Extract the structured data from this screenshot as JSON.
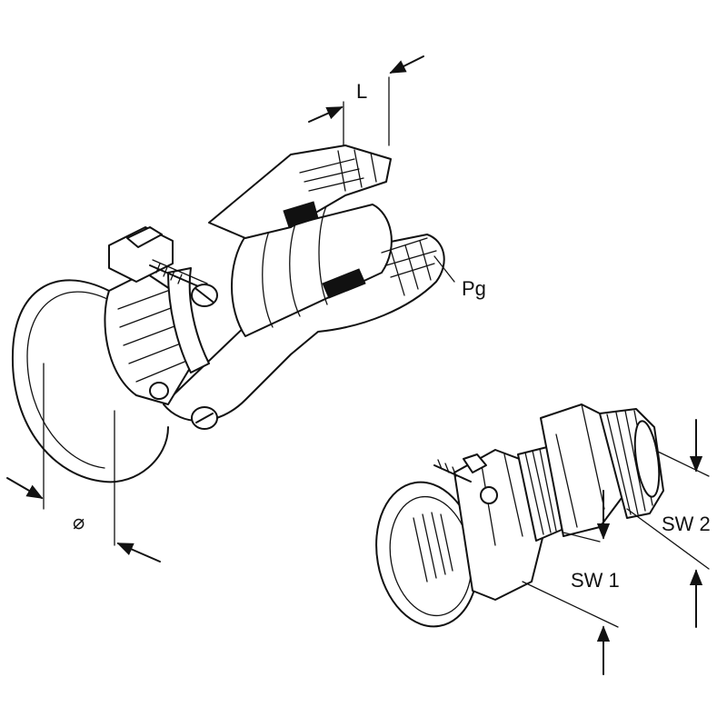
{
  "labels": {
    "length": "L",
    "thread": "Pg",
    "diameter": "⌀",
    "wrench_size_1": "SW 1",
    "wrench_size_2": "SW 2"
  },
  "colors": {
    "line": "#111111",
    "background": "#ffffff"
  }
}
